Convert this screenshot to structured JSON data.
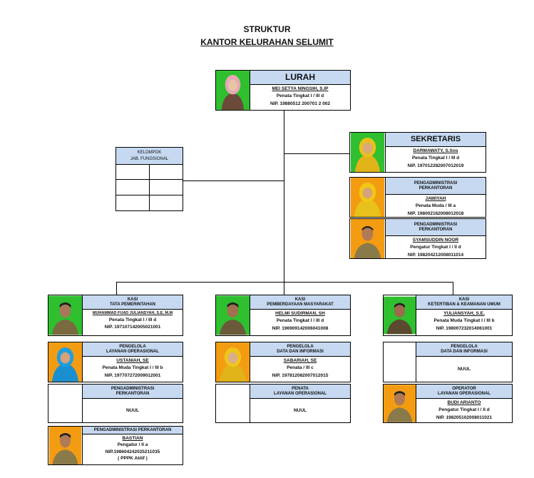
{
  "title": "STRUKTUR",
  "subtitle": "KANTOR KELURAHAN SELUMIT",
  "lurah": {
    "header": "LURAH",
    "name": "MEI SETYA NINGSIH, S.IP",
    "rank": "Penata Tingkat I / III d",
    "nip": "NIP. 19880512 200701 2 002",
    "photo_bg": "#2fbf2f"
  },
  "sekretaris": {
    "header": "SEKRETARIS",
    "name": "DARMAWATY, S.Sos",
    "rank": "Penata Tingkat I / III d",
    "nip": "NIP. 197012282007012019",
    "photo_bg": "#2fbf2f"
  },
  "peng_kantor_1": {
    "header1": "PENGADMINISTRASI",
    "header2": "PERKANTORAN",
    "name": "JAWIYAH",
    "rank": "Penata Muda / III a",
    "nip": "NIP.  198002162008012018",
    "photo_bg": "#f39c12"
  },
  "peng_kantor_2": {
    "header1": "PENGADMINISTRASI",
    "header2": "PERKANTORAN",
    "name": "SYAMSUDDIN NOOR",
    "rank": "Pengatur Tingkat I / II d",
    "nip": "NIP. 198204212008011014",
    "photo_bg": "#f39c12"
  },
  "fungsional": {
    "line1": "KELOMPOK",
    "line2": "JAB. FUNGSIONAL"
  },
  "kasi_pem": {
    "header1": "KASI",
    "header2": "TATA PEMERINTAHAN",
    "name": "MUHAMMAD FUAD JULIANSYAH, S.E, M.M",
    "rank": "Penata Tingkat I / III d",
    "nip": "NIP. 197107142005021001",
    "photo_bg": "#2fbf2f"
  },
  "kasi_pmd": {
    "header1": "KASI",
    "header2": "PEMBERDAYAAN MASYARAKAT",
    "name": "HELMI SUDIRMAN, SH",
    "rank": "Penata Tingkat I / III d",
    "nip": "NIP. 196909142006041008",
    "photo_bg": "#2fbf2f"
  },
  "kasi_trantib": {
    "header1": "KASI",
    "header2": "KETERTIBAN & KEAMANAN UMUM",
    "name": "YULIANSYAH, S.E.",
    "rank": "Penata Muda Tingkat I / III b",
    "nip": "NIP. 198007232014061001",
    "photo_bg": "#2fbf2f"
  },
  "c1_r2": {
    "header1": "PENGELOLA",
    "header2": "LAYANAN OPERASIONAL",
    "name": "USTANIAH, SE",
    "rank": "Penata Muda Tingkat I / III b",
    "nip": "NIP. 197707272009012001",
    "photo_bg": "#f39c12"
  },
  "c1_r3": {
    "header1": "PENGADMINISTRASI",
    "header2": "PERKANTORAN",
    "nuul": "NUUL"
  },
  "c1_r4": {
    "header": "PENGADMINISTRASI PERKANTORAN",
    "name": "BASTIAN",
    "rank": "Pengatur / II a",
    "nip": "NIP.198604242025211035",
    "note": "( PPPK Aktif )",
    "photo_bg": "#f39c12"
  },
  "c2_r2": {
    "header1": "PENGELOLA",
    "header2": "DATA DAN INFORMASI",
    "name": "SABARIAH, SE",
    "rank": "Penata / III c",
    "nip": "NIP. 197812082007012015",
    "photo_bg": "#f39c12"
  },
  "c2_r3": {
    "header1": "PENATA",
    "header2": "LAYANAN OPERASIONAL",
    "nuul": "NUUL"
  },
  "c3_r2": {
    "header1": "PENGELOLA",
    "header2": "DATA DAN INFORMASI",
    "nuul": "NUUL"
  },
  "c3_r3": {
    "header1": "OPERATOR",
    "header2": "LAYANAN OPERASIONAL",
    "name": "BUDI ARIANTO",
    "rank": "Pengatur Tingkat I / II d",
    "nip": "NIP. 198205102008011021",
    "photo_bg": "#f39c12"
  }
}
